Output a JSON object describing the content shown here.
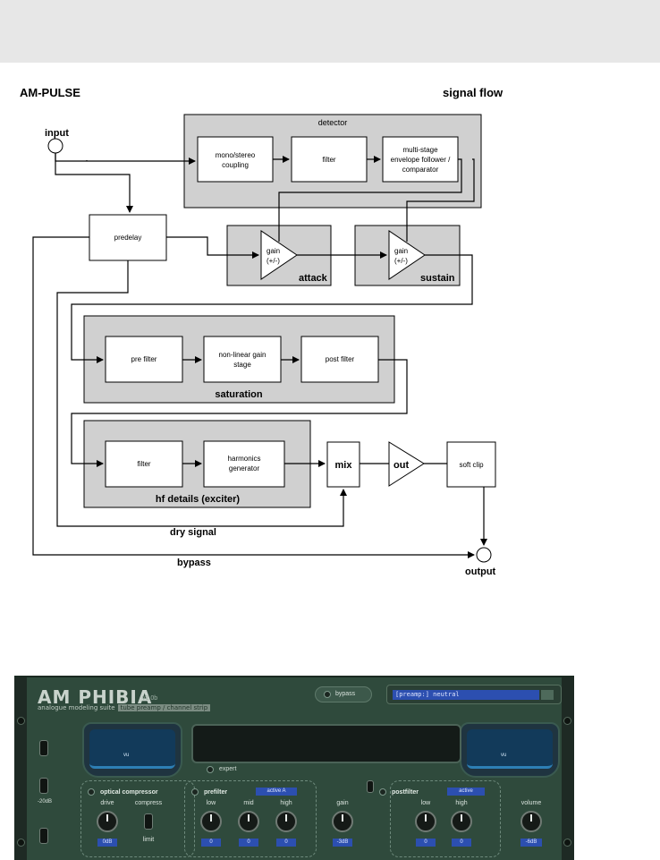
{
  "diagram": {
    "title_left": "AM-PULSE",
    "title_right": "signal flow",
    "groups": {
      "detector": "detector",
      "attack": "attack",
      "sustain": "sustain",
      "saturation": "saturation",
      "hf": "hf details (exciter)"
    },
    "blocks": {
      "coupling_1": "mono/stereo",
      "coupling_2": "coupling",
      "filter": "filter",
      "env_1": "multi-stage",
      "env_2": "envelope follower /",
      "env_3": "comparator",
      "predelay": "predelay",
      "gain": "gain",
      "gain_pm": "(+/-)",
      "pre_filter": "pre filter",
      "nonlinear_1": "non-linear gain",
      "nonlinear_2": "stage",
      "post_filter": "post filter",
      "hf_filter": "filter",
      "harm_1": "harmonics",
      "harm_2": "generator",
      "mix": "mix",
      "out": "out",
      "soft_clip": "soft clip"
    },
    "labels": {
      "input": "input",
      "output": "output",
      "dry_signal": "dry signal",
      "bypass": "bypass"
    }
  },
  "plugin": {
    "logo": "AM PHIBIA",
    "version": "v1.0b",
    "subtitle_a": "analogue modeling suite",
    "subtitle_b": "tube preamp / channel strip",
    "bypass": "bypass",
    "preset": "[preamp:] neutral",
    "expert": "expert",
    "vu": "vu",
    "switch_label": "-20dB",
    "opto": {
      "title": "optical compressor",
      "drive": "drive",
      "compress": "compress",
      "limit": "limit",
      "drive_value": "0dB"
    },
    "prefilter": {
      "title": "prefilter",
      "mode": "active A",
      "low": "low",
      "mid": "mid",
      "high": "high",
      "low_value": "0",
      "mid_value": "0",
      "high_value": "0"
    },
    "gain": {
      "label": "gain",
      "value": "-3dB"
    },
    "postfilter": {
      "title": "postfilter",
      "mode": "active",
      "low": "low",
      "high": "high",
      "low_value": "0",
      "high_value": "0"
    },
    "volume": {
      "label": "volume",
      "value": "-6dB"
    }
  }
}
